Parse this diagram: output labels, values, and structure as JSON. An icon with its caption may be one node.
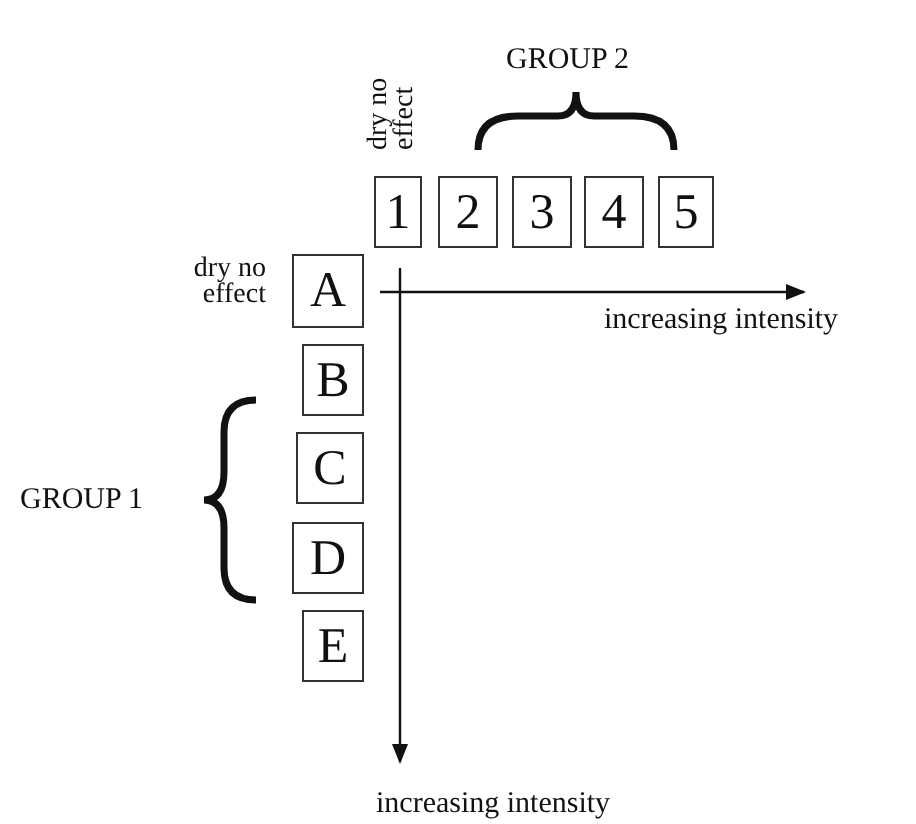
{
  "diagram": {
    "nodes": [
      {
        "text": [
          "1"
        ],
        "beside": [
          "dry no effect"
        ]
      },
      {
        "text": [
          "2"
        ]
      },
      {
        "text": [
          "3"
        ]
      },
      {
        "text": [
          "4"
        ]
      },
      {
        "text": [
          "5"
        ]
      },
      {
        "text": [
          "A"
        ],
        "beside": [
          "dry no effect"
        ]
      },
      {
        "text": [
          "B"
        ]
      },
      {
        "text": [
          "C"
        ]
      },
      {
        "text": [
          "D"
        ]
      },
      {
        "text": [
          "E"
        ]
      }
    ],
    "edges": [],
    "labels": [
      "GROUP 2",
      "increasing intensity",
      "GROUP 1",
      "increasing intensity"
    ]
  }
}
